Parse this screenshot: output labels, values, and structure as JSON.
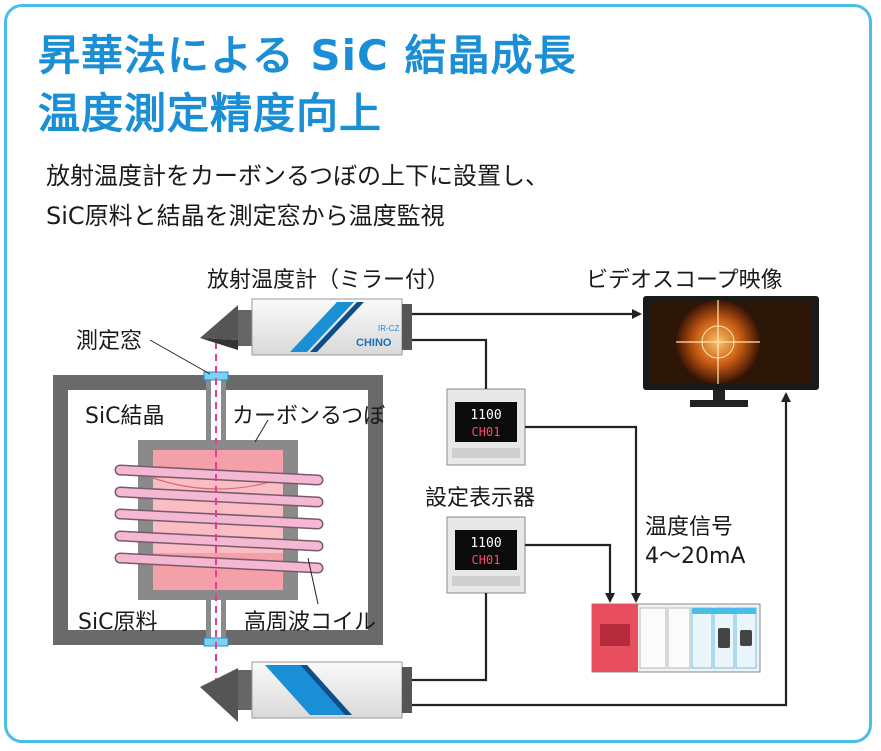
{
  "title": {
    "line1": "昇華法による SiC 結晶成長",
    "line2": "温度測定精度向上"
  },
  "description": {
    "line1": "放射温度計をカーボンるつぼの上下に設置し、",
    "line2": "SiC原料と結晶を測定窓から温度監視"
  },
  "labels": {
    "pyrometer": "放射温度計（ミラー付）",
    "video_scope": "ビデオスコープ映像",
    "window": "測定窓",
    "crystal": "SiC結晶",
    "crucible": "カーボンるつぼ",
    "raw_material": "SiC原料",
    "coil": "高周波コイル",
    "display_unit": "設定表示器",
    "signal_line1": "温度信号",
    "signal_line2": "4〜20mA"
  },
  "devices": {
    "pyrometer_brand": "CHINO",
    "pyrometer_model": "IR-CZ",
    "controller_value": "1100",
    "controller_channel": "CH01"
  },
  "colors": {
    "accent": "#1a8fd6",
    "frame": "#4bbde6",
    "crystal_fill": "#f5a0a8",
    "coil": "#f4b8d2",
    "plc_red": "#e84f5e"
  }
}
